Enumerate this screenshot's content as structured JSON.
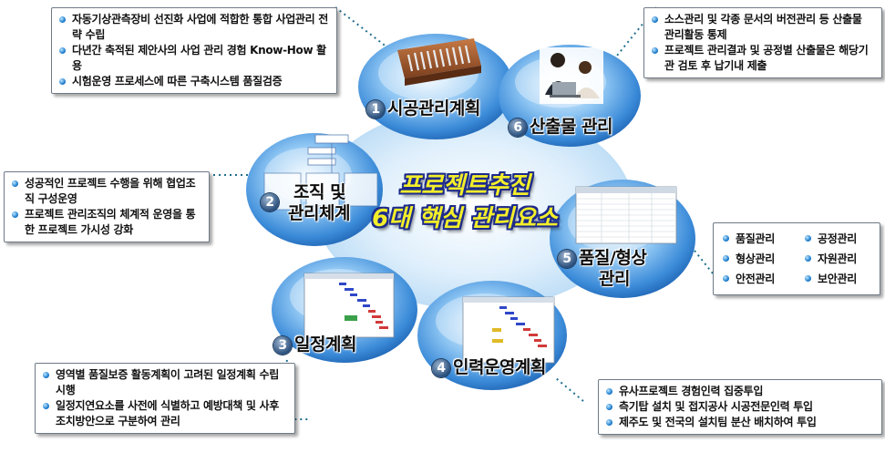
{
  "center": {
    "line1": "프로젝트추진",
    "line2": "6대 핵심 관리요소"
  },
  "nodes": [
    {
      "num": "1",
      "label": "시공관리계획"
    },
    {
      "num": "2",
      "label_line1": "조직 및",
      "label_line2": "관리체계"
    },
    {
      "num": "3",
      "label": "일정계획"
    },
    {
      "num": "4",
      "label": "인력운영계획"
    },
    {
      "num": "5",
      "label_line1": "품질/형상",
      "label_line2": "관리"
    },
    {
      "num": "6",
      "label": "산출물 관리"
    }
  ],
  "boxes": {
    "plan": [
      "자동기상관측장비 선진화 사업에 적합한 통합 사업관리 전략 수립",
      "다년간 축적된 제안사의 사업 관리 경험 Know-How 활용",
      "시험운영 프로세스에 따른 구축시스템 품질검증"
    ],
    "org": [
      "성공적인 프로젝트 수행을 위해 협업조직 구성운영",
      "프로젝트 관리조직의 체계적 운영을 통한 프로젝트 가시성 강화"
    ],
    "schedule": [
      "영역별 품질보증 활동계획이 고려된 일정계획 수립시행",
      "일정지연요소를 사전에 식별하고 예방대책 및 사후 조치방안으로 구분하여 관리"
    ],
    "staff": [
      "유사프로젝트 경험인력 집중투입",
      "측기탑 설치 및 접지공사 시공전문인력 투입",
      "제주도 및 전국의 설치팀 분산 배치하여 투입"
    ],
    "quality": [
      "품질관리",
      "공정관리",
      "형상관리",
      "자원관리",
      "안전관리",
      "보안관리"
    ],
    "output": [
      "소스관리 및 각종 문서의 버전관리 등 산출물 관리활동 통제",
      "프로젝트 관리결과 및 공정별 산출물은 해당기관 검토 후 납기내 제출"
    ]
  },
  "colors": {
    "accent": "#f3ee2a",
    "outline": "#1d2b8a",
    "connector": "#1f6f8f"
  }
}
